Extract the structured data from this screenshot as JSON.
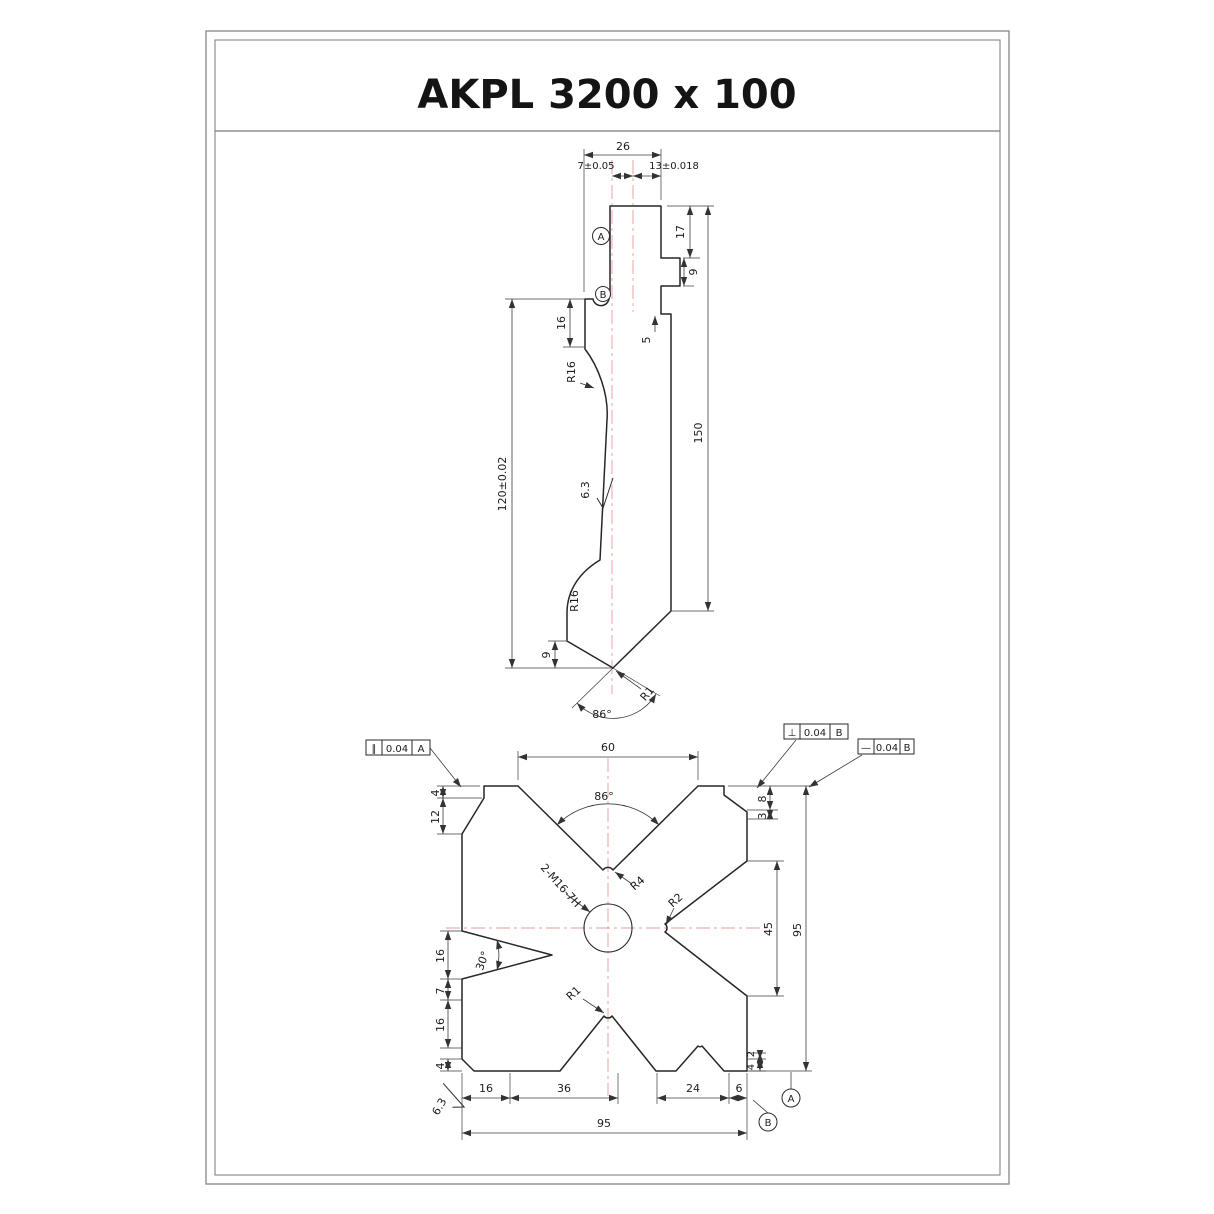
{
  "title": "AKPL 3200 x 100",
  "colors": {
    "centerline": "#e89c9c"
  },
  "punch": {
    "d26": "26",
    "d7": "7±0.05",
    "d13": "13±0.018",
    "d17": "17",
    "d9n": "9",
    "d5": "5",
    "d16": "16",
    "r16u": "R16",
    "d120": "120±0.02",
    "d150": "150",
    "ra": "6.3",
    "r16l": "R16",
    "d9t": "9",
    "a86": "86°",
    "r1": "R1",
    "da": "A",
    "db": "B"
  },
  "die": {
    "d60": "60",
    "a86": "86°",
    "r4": "R4",
    "r2": "R2",
    "thread": "2-M16-7H",
    "d45": "45",
    "d95r": "95",
    "a30": "30°",
    "r1": "R1",
    "d4tl": "4",
    "d12": "12",
    "d8": "8",
    "d3": "3",
    "d16a": "16",
    "d7": "7",
    "d16b": "16",
    "d4bl": "4",
    "d2": "2",
    "d4br": "4",
    "d16c": "16",
    "d36": "36",
    "d24": "24",
    "d6": "6",
    "d95b": "95",
    "ra": "6.3",
    "da": "A",
    "db": "B",
    "fcf": [
      {
        "sym": "∥",
        "tol": "0.04",
        "ref": "A"
      },
      {
        "sym": "⊥",
        "tol": "0.04",
        "ref": "B"
      },
      {
        "sym": "—",
        "tol": "0.04",
        "ref": "B"
      }
    ]
  }
}
